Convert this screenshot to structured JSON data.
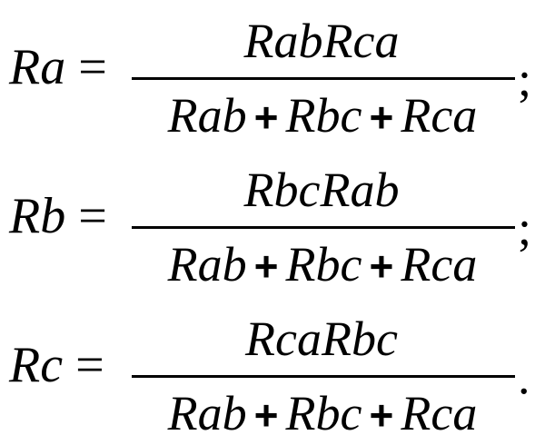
{
  "equations": [
    {
      "lhs": "Ra",
      "equals": "=",
      "numerator": "RabRca",
      "denominator": {
        "t1": "Rab",
        "op1": "+",
        "t2": "Rbc",
        "op2": "+",
        "t3": "Rca"
      },
      "punct": ";"
    },
    {
      "lhs": "Rb",
      "equals": "=",
      "numerator": "RbcRab",
      "denominator": {
        "t1": "Rab",
        "op1": "+",
        "t2": "Rbc",
        "op2": "+",
        "t3": "Rca"
      },
      "punct": ";"
    },
    {
      "lhs": "Rc",
      "equals": "=",
      "numerator": "RcaRbc",
      "denominator": {
        "t1": "Rab",
        "op1": "+",
        "t2": "Rbc",
        "op2": "+",
        "t3": "Rca"
      },
      "punct": "."
    }
  ]
}
